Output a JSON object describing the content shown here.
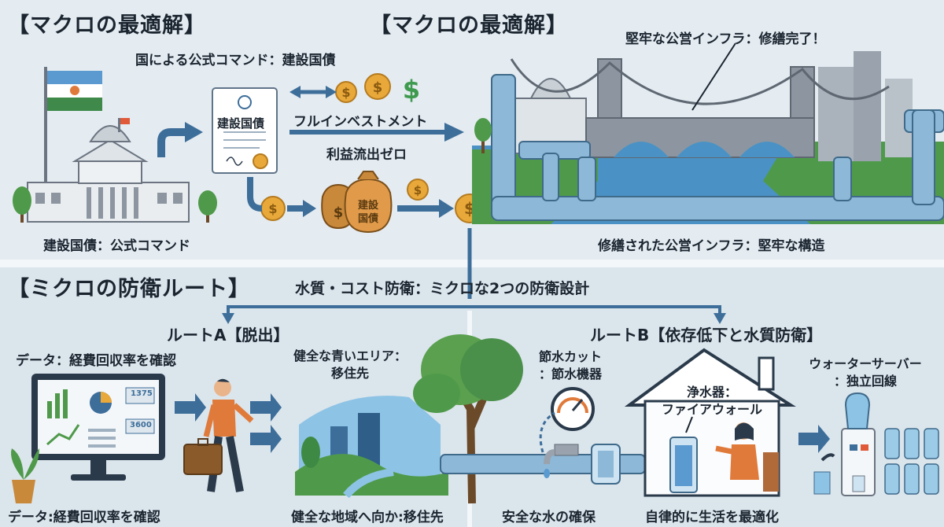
{
  "top": {
    "heading_left": "【マクロの最適解】",
    "heading_center": "【マクロの最適解】",
    "order_label": "国による公式コマンド：建設国債",
    "doc_title": "建設国債",
    "full_invest": "フルインベストメント",
    "zero_outflow": "利益流出ゼロ",
    "bag_label_1": "建設",
    "bag_label_2": "国債",
    "govt_caption": "建設国債：公式コマンド",
    "infra_callout": "堅牢な公営インフラ：修繕完了！",
    "infra_caption": "修繕された公営インフラ：堅牢な構造"
  },
  "bottom": {
    "heading": "【ミクロの防衛ルート】",
    "subtitle": "水質・コスト防衛：ミクロな2つの防衛設計",
    "route_a": "ルートA【脱出】",
    "route_b": "ルートB【依存低下と水質防衛】",
    "data_top": "データ：経費回収率を確認",
    "data_bottom": "データ:経費回収率を確認",
    "screen_num_1": "1375",
    "screen_num_2": "3600",
    "healthy_area_1": "健全な青いエリア：",
    "healthy_area_2": "移住先",
    "migrate_caption": "健全な地域へ向か:移住先",
    "water_cut_1": "節水カット",
    "water_cut_2": "：節水機器",
    "purifier_1": "浄水器：",
    "purifier_2": "ファイアウォール",
    "server_1": "ウォーターサーバー",
    "server_2": "：独立回線",
    "safe_water": "安全な水の確保",
    "optimize_life": "自律的に生活を最適化"
  },
  "colors": {
    "accent_blue": "#3d6e9a",
    "pipe_blue": "#8db8d8",
    "coin_gold": "#e8a83a",
    "money_green": "#3e9a4e",
    "bridge_gray": "#8d96a0",
    "grass_green": "#4f9a4a",
    "orange": "#e07a3a"
  },
  "icons": [
    "flag-icon",
    "capitol-icon",
    "document-icon",
    "coin-icon",
    "dollar-icon",
    "money-bag-icon",
    "bridge-icon",
    "pipe-icon",
    "monitor-icon",
    "person-icon",
    "suitcase-icon",
    "tree-icon",
    "gauge-icon",
    "faucet-icon",
    "filter-icon",
    "house-icon",
    "water-server-icon",
    "bottle-icon",
    "plant-icon"
  ]
}
